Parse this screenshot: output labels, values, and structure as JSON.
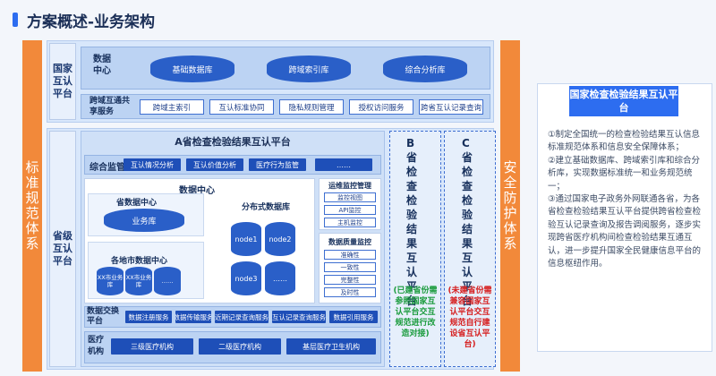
{
  "page_title": "方案概述-业务架构",
  "left_rail": "标准规范体系",
  "right_rail": "安全防护体系",
  "national": {
    "label": "国家互认平台",
    "data_center_label": "数据中心",
    "databases": [
      "基础数据库",
      "跨域索引库",
      "综合分析库"
    ],
    "share_label": "跨域互通共享服务",
    "services": [
      "跨域主索引",
      "互认标准协同",
      "隐私规则管理",
      "授权访问服务",
      "跨省互认记录查询"
    ]
  },
  "provincial": {
    "label": "省级互认平台",
    "a_title": "A省检查检验结果互认平台",
    "supervision_label": "综合监管",
    "supervision_items": [
      "互认情况分析",
      "互认价值分析",
      "医疗行为监管",
      "……"
    ],
    "data_center_title": "数据中心",
    "provincial_dc": "省数据中心",
    "provincial_dc_db": "业务库",
    "city_dc": "各地市数据中心",
    "city_dbs": [
      "XX市业务库",
      "XX市业务库",
      "……"
    ],
    "dist_title": "分布式数据库",
    "nodes": [
      "node1",
      "node2",
      "node3",
      "……"
    ],
    "ops_title": "运维监控管理",
    "ops_items": [
      "监控视图",
      "API监控",
      "主机监控"
    ],
    "quality_title": "数据质量监控",
    "quality_items": [
      "准确性",
      "一致性",
      "完整性",
      "及时性"
    ],
    "exchange_label": "数据交换平台",
    "exchange_items": [
      "数据注册服务",
      "数据传输服务",
      "近期记录查询服务",
      "互认记录查询服务",
      "数据引用服务"
    ],
    "medical_label": "医疗机构",
    "medical_items": [
      "三级医疗机构",
      "二级医疗机构",
      "基层医疗卫生机构"
    ],
    "b_title": "B省检查检验结果互认平台",
    "b_note": "(已建省份需参照国家互认平台交互规范进行改造对接)",
    "c_title": "C省检查检验结果互认平台",
    "c_note": "(未建省份需兼容国家互认平台交互规范自行建设省互认平台)"
  },
  "info_card": {
    "title": "国家检查检验结果互认平台",
    "paragraphs": [
      "①制定全国统一的检查检验结果互认信息标准规范体系和信息安全保障体系；",
      "②建立基础数据库、跨域索引库和综合分析库，实现数据标准统一和业务规范统一；",
      "③通过国家电子政务外网联通各省，为各省检查检验结果互认平台提供跨省检查检验互认记录查询及报告调阅服务，逐步实现跨省医疗机构间检查检验结果互通互认，进一步提升国家全民健康信息平台的信息枢纽作用。"
    ]
  },
  "colors": {
    "accent": "#2d6df0",
    "orange": "#f2893a",
    "navy": "#1e4fb8",
    "green": "#1a9b3c",
    "red": "#d62020"
  }
}
